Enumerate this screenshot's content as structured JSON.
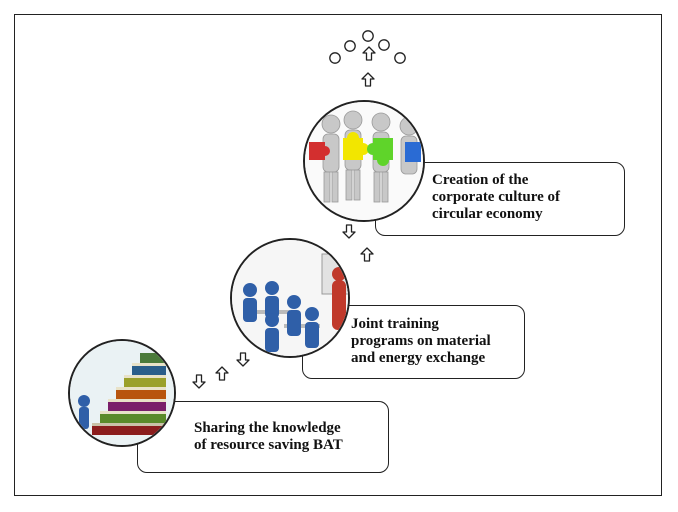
{
  "steps": [
    {
      "id": "sharing",
      "lines": [
        "Sharing the knowledge",
        "of resource saving BAT"
      ],
      "image": "stack-of-books-illustration"
    },
    {
      "id": "training",
      "lines": [
        "Joint training",
        "programs on material",
        "and energy exchange"
      ],
      "image": "classroom-training-illustration"
    },
    {
      "id": "culture",
      "lines": [
        "Creation of the",
        "corporate culture of",
        "circular economy"
      ],
      "image": "people-with-puzzle-pieces-illustration"
    }
  ],
  "icons": {
    "arrow": "hollow-arrow-icon",
    "bubbles": "ellipsis-circles-icon"
  }
}
